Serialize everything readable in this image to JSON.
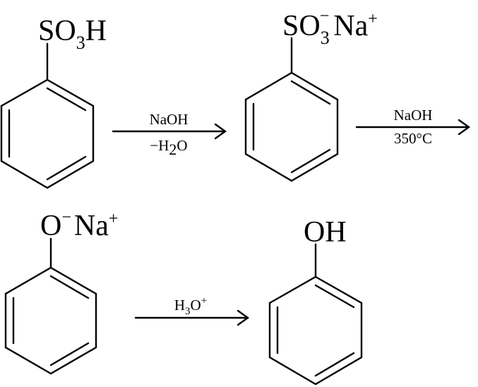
{
  "steps": [
    {
      "reactant": {
        "main": "SO",
        "sub": "3",
        "tail": "H"
      },
      "conditions_above": "NaOH",
      "conditions_below": {
        "pre": "−H",
        "sub": "2",
        "post": "O"
      }
    },
    {
      "reactant": {
        "main": "SO",
        "sub": "3",
        "sup1": "−",
        "tail": "Na",
        "sup2": "+"
      },
      "conditions_above": "NaOH",
      "conditions_below_text": "350°C"
    },
    {
      "reactant": {
        "main": "O",
        "sup1": "−",
        "tail": "Na",
        "sup2": "+"
      },
      "conditions_above": {
        "pre": "H",
        "sub": "3",
        "post": "O",
        "sup": "+"
      }
    },
    {
      "product": {
        "main": "OH"
      }
    }
  ],
  "colors": {
    "ink": "#000000",
    "background": "#ffffff"
  }
}
